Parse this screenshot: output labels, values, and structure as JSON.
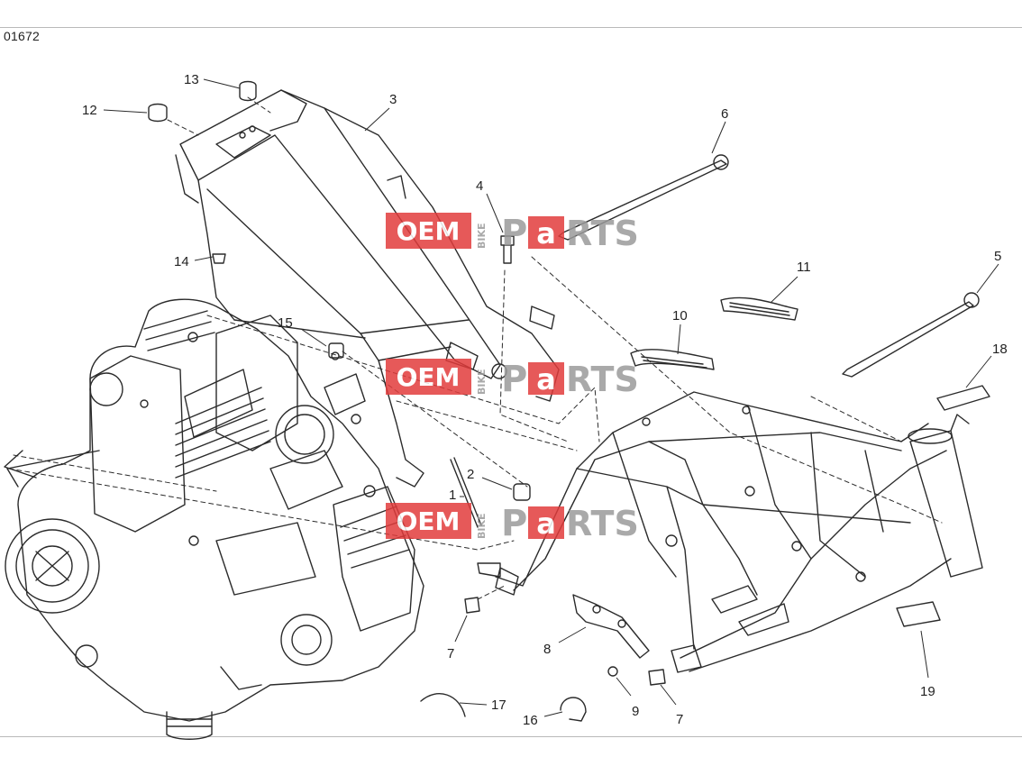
{
  "diagram": {
    "reference_code": "01672",
    "callouts": [
      {
        "id": "c1",
        "label": "1"
      },
      {
        "id": "c2",
        "label": "2"
      },
      {
        "id": "c3",
        "label": "3"
      },
      {
        "id": "c4",
        "label": "4"
      },
      {
        "id": "c5",
        "label": "5"
      },
      {
        "id": "c6",
        "label": "6"
      },
      {
        "id": "c7a",
        "label": "7"
      },
      {
        "id": "c7b",
        "label": "7"
      },
      {
        "id": "c8",
        "label": "8"
      },
      {
        "id": "c9",
        "label": "9"
      },
      {
        "id": "c10",
        "label": "10"
      },
      {
        "id": "c11",
        "label": "11"
      },
      {
        "id": "c12",
        "label": "12"
      },
      {
        "id": "c13",
        "label": "13"
      },
      {
        "id": "c14",
        "label": "14"
      },
      {
        "id": "c15",
        "label": "15"
      },
      {
        "id": "c16",
        "label": "16"
      },
      {
        "id": "c17",
        "label": "17"
      },
      {
        "id": "c18",
        "label": "18"
      },
      {
        "id": "c19",
        "label": "19"
      }
    ]
  },
  "watermark": {
    "oem": "OEM",
    "bike": "BIKE",
    "parts_p": "P",
    "parts_a": "a",
    "parts_rest": "RTS",
    "red_color": "#e23b3b",
    "gray_color": "#9a9a9a"
  },
  "colors": {
    "line": "#2b2b2b",
    "rule": "#b9b9b9"
  }
}
